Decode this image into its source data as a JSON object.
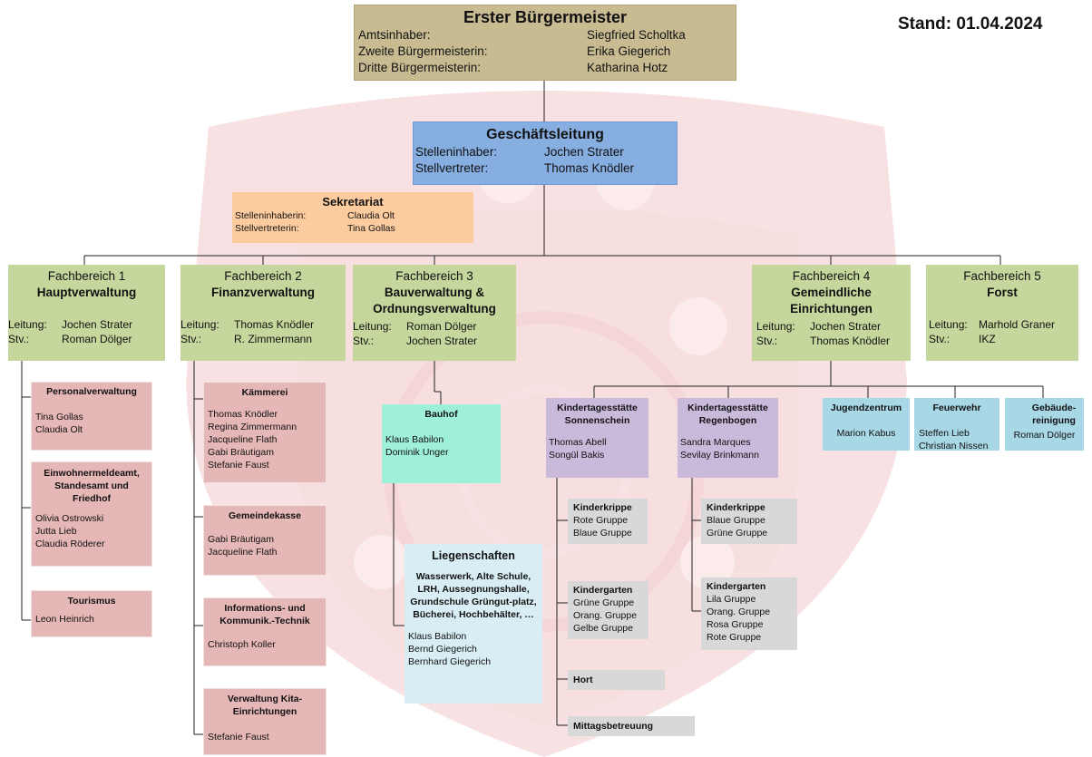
{
  "stand": "Stand: 01.04.2024",
  "buergermeister": {
    "title": "Erster Bürgermeister",
    "rows": [
      {
        "label": "Amtsinhaber:",
        "name": "Siegfried Scholtka"
      },
      {
        "label": "Zweite Bürgermeisterin:",
        "name": "Erika Giegerich"
      },
      {
        "label": "Dritte Bürgermeisterin:",
        "name": "Katharina Hotz"
      }
    ]
  },
  "geschaeftsleitung": {
    "title": "Geschäftsleitung",
    "rows": [
      {
        "label": "Stelleninhaber:",
        "name": "Jochen Strater"
      },
      {
        "label": "Stellvertreter:",
        "name": "Thomas Knödler"
      }
    ]
  },
  "sekretariat": {
    "title": "Sekretariat",
    "rows": [
      {
        "label": "Stelleninhaberin:",
        "name": "Claudia Olt"
      },
      {
        "label": "Stellvertreterin:",
        "name": "Tina Gollas"
      }
    ]
  },
  "fachbereiche": [
    {
      "head": "Fachbereich 1",
      "title1": "Hauptverwaltung",
      "title2": "",
      "leitung_label": "Leitung:",
      "leitung": "Jochen Strater",
      "stv_label": "Stv.:",
      "stv": "Roman Dölger"
    },
    {
      "head": "Fachbereich 2",
      "title1": "Finanzverwaltung",
      "title2": "",
      "leitung_label": "Leitung:",
      "leitung": "Thomas Knödler",
      "stv_label": "Stv.:",
      "stv": "R. Zimmermann"
    },
    {
      "head": "Fachbereich 3",
      "title1": "Bauverwaltung &",
      "title2": "Ordnungsverwaltung",
      "leitung_label": "Leitung:",
      "leitung": "Roman Dölger",
      "stv_label": "Stv.:",
      "stv": "Jochen Strater"
    },
    {
      "head": "Fachbereich 4",
      "title1": "Gemeindliche",
      "title2": "Einrichtungen",
      "leitung_label": "Leitung:",
      "leitung": "Jochen Strater",
      "stv_label": "Stv.:",
      "stv": "Thomas Knödler"
    },
    {
      "head": "Fachbereich 5",
      "title1": "Forst",
      "title2": "",
      "leitung_label": "Leitung:",
      "leitung": "Marhold Graner",
      "stv_label": "Stv.:",
      "stv": "IKZ"
    }
  ],
  "fb1_units": [
    {
      "title": "Personalverwaltung",
      "names": [
        "Tina Gollas",
        "Claudia Olt"
      ]
    },
    {
      "title": "Einwohnermeldeamt, Standesamt und Friedhof",
      "names": [
        "Olivia Ostrowski",
        "Jutta Lieb",
        "Claudia Röderer"
      ]
    },
    {
      "title": "Tourismus",
      "names": [
        "Leon Heinrich"
      ]
    }
  ],
  "fb2_units": [
    {
      "title": "Kämmerei",
      "names": [
        "Thomas Knödler",
        "Regina Zimmermann",
        "Jacqueline Flath",
        "Gabi Bräutigam",
        "Stefanie Faust"
      ]
    },
    {
      "title": "Gemeindekasse",
      "names": [
        "Gabi Bräutigam",
        "Jacqueline Flath"
      ]
    },
    {
      "title": "Informations- und Kommunik.-Technik",
      "names": [
        "Christoph Koller"
      ]
    },
    {
      "title": "Verwaltung Kita-Einrichtungen",
      "names": [
        "Stefanie Faust"
      ]
    }
  ],
  "bauhof": {
    "title": "Bauhof",
    "names": [
      "Klaus Babilon",
      "Dominik Unger"
    ]
  },
  "liegenschaften": {
    "title": "Liegenschaften",
    "desc": "Wasserwerk, Alte Schule, LRH, Aussegnungshalle, Grundschule Grüngut-platz, Bücherei, Hochbehälter, …",
    "names": [
      "Klaus Babilon",
      "Bernd Giegerich",
      "Bernhard Giegerich"
    ]
  },
  "kita_sonnenschein": {
    "title": "Kindertagesstätte Sonnenschein",
    "names": [
      "Thomas Abell",
      "Songül Bakis"
    ]
  },
  "kita_regenbogen": {
    "title": "Kindertagesstätte Regenbogen",
    "names": [
      "Sandra Marques",
      "Sevilay Brinkmann"
    ]
  },
  "sonnenschein_groups": [
    {
      "title": "Kinderkrippe",
      "names": [
        "Rote Gruppe",
        "Blaue Gruppe"
      ]
    },
    {
      "title": "Kindergarten",
      "names": [
        "Grüne Gruppe",
        "Orang. Gruppe",
        "Gelbe Gruppe"
      ]
    },
    {
      "title": "Hort",
      "names": []
    },
    {
      "title": "Mittagsbetreuung",
      "names": []
    }
  ],
  "regenbogen_groups": [
    {
      "title": "Kinderkrippe",
      "names": [
        "Blaue Gruppe",
        "Grüne Gruppe"
      ]
    },
    {
      "title": "Kindergarten",
      "names": [
        "Lila Gruppe",
        "Orang. Gruppe",
        "Rosa Gruppe",
        "Rote Gruppe"
      ]
    }
  ],
  "fb4_units": [
    {
      "title": "Jugendzentrum",
      "names": [
        "Marion Kabus"
      ]
    },
    {
      "title": "Feuerwehr",
      "names": [
        "Steffen Lieb",
        "Christian Nissen"
      ]
    },
    {
      "title": "Gebäude-reinigung",
      "names": [
        "Roman Dölger"
      ]
    }
  ]
}
